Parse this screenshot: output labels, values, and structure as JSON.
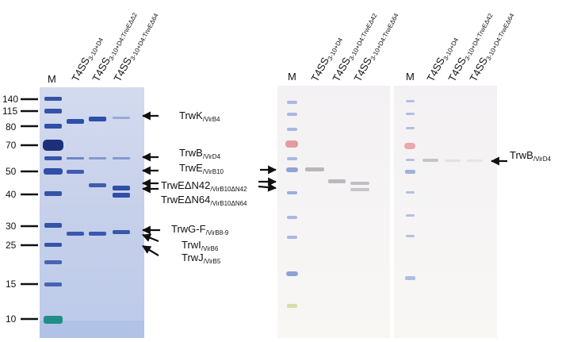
{
  "panel_coomassie": {
    "lanes": [
      {
        "label": "M"
      },
      {
        "main": "T4SS",
        "sub": "3-10+D4"
      },
      {
        "main": "T4SS",
        "sub": "3-10+D4:TrwEΔΔ2"
      },
      {
        "main": "T4SS",
        "sub": "3-10+D4:TrwEΔ64"
      }
    ],
    "markers": [
      "140",
      "115",
      "80",
      "70",
      "50",
      "40",
      "30",
      "25",
      "15",
      "10"
    ],
    "annotations": [
      {
        "main": "TrwK",
        "sub": "/VirB4"
      },
      {
        "main": "TrwB",
        "sub": "/VirD4"
      },
      {
        "main": "TrwE",
        "sub": "/VirB10"
      },
      {
        "main": "TrwEΔN42",
        "sub": "/VirB10ΔN42"
      },
      {
        "main": "TrwEΔN64",
        "sub": "/VirB10ΔN64"
      },
      {
        "main": "TrwG-F",
        "sub": "/VirB8-9"
      },
      {
        "main": "TrwI",
        "sub": "/VirB6"
      },
      {
        "main": "TrwJ",
        "sub": "/VirB5"
      }
    ]
  },
  "panel_blot_virb10": {
    "lanes": [
      {
        "label": "M"
      },
      {
        "main": "T4SS",
        "sub": "3-10+D4"
      },
      {
        "main": "T4SS",
        "sub": "3-10+D4:TrwEΔ42"
      },
      {
        "main": "T4SS",
        "sub": "3-10+D4:TrwEΔ64"
      }
    ]
  },
  "panel_blot_virD4": {
    "lanes": [
      {
        "label": "M"
      },
      {
        "main": "T4SS",
        "sub": "3-10+D4"
      },
      {
        "main": "T4SS",
        "sub": "3-10+D4:TrwEΔ42"
      },
      {
        "main": "T4SS",
        "sub": "3-10+D4:TrwEΔ64"
      }
    ],
    "annotation": {
      "main": "TrwB",
      "sub": "/VirD4"
    }
  },
  "colors": {
    "gel_bg": "#c9d3ea",
    "band_blue": "#2f4fa8",
    "marker_dark": "#1d2f7a",
    "marker_teal": "#1e8f86",
    "marker_pink": "#e07a86",
    "arrow": "#111111"
  }
}
